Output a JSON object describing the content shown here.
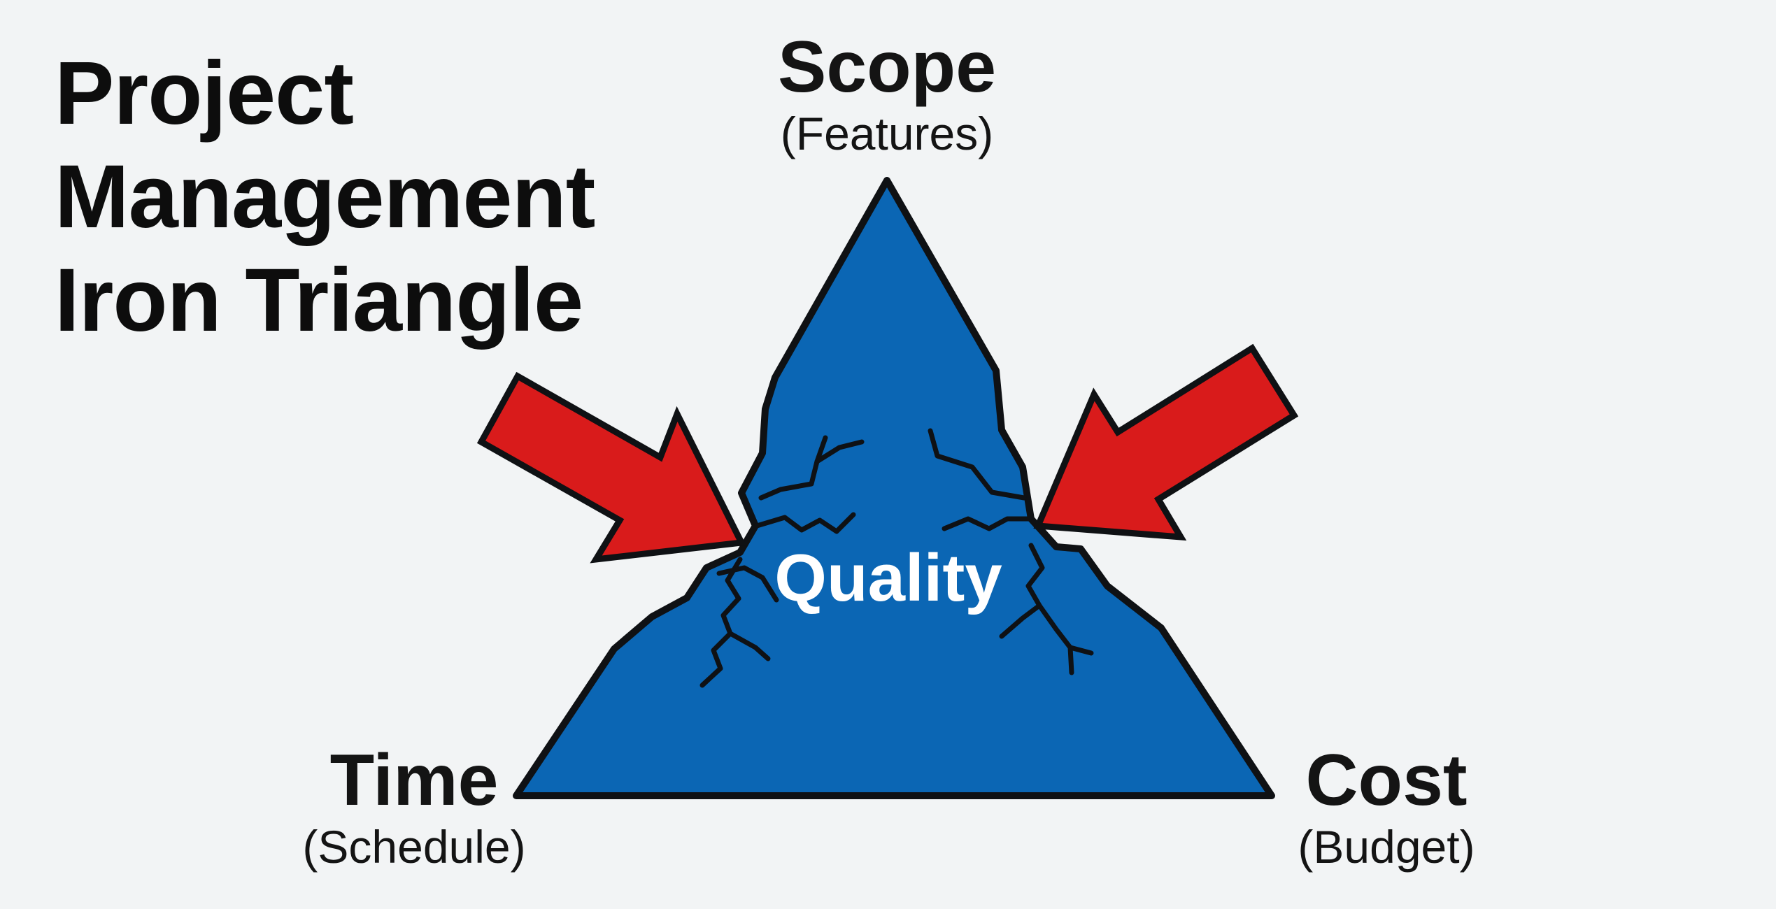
{
  "title": {
    "lines": [
      "Project",
      "Management",
      "Iron Triangle"
    ]
  },
  "vertices": {
    "top": {
      "label": "Scope",
      "sublabel": "(Features)"
    },
    "bottom_left": {
      "label": "Time",
      "sublabel": "(Schedule)"
    },
    "bottom_right": {
      "label": "Cost",
      "sublabel": "(Budget)"
    }
  },
  "center": {
    "label": "Quality"
  },
  "colors": {
    "triangle_fill": "#0b66b4",
    "outline": "#0f1114",
    "arrow_fill": "#d91b1b",
    "background": "#f2f4f5"
  },
  "icons": {
    "left_arrow": "arrow-pointing-inward-right",
    "right_arrow": "arrow-pointing-inward-left"
  }
}
